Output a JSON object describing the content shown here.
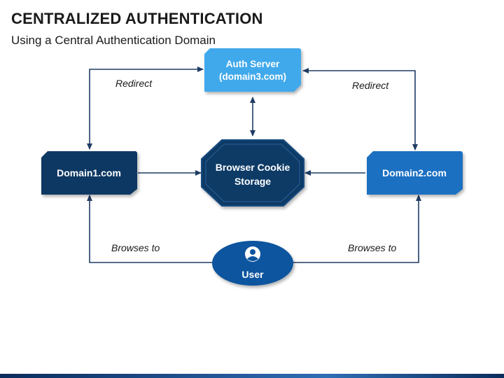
{
  "header": {
    "title": "CENTRALIZED AUTHENTICATION",
    "subtitle": "Using a Central Authentication Domain"
  },
  "nodes": {
    "auth_server": {
      "line1": "Auth Server",
      "line2": "(domain3.com)"
    },
    "domain1": {
      "label": "Domain1.com"
    },
    "domain2": {
      "label": "Domain2.com"
    },
    "cookie_storage": {
      "line1": "Browser Cookie",
      "line2": "Storage"
    },
    "user": {
      "label": "User",
      "icon": "user-icon"
    }
  },
  "edges": {
    "redirect_left": "Redirect",
    "redirect_right": "Redirect",
    "browses_left": "Browses to",
    "browses_right": "Browses to"
  },
  "colors": {
    "dark_navy": "#0f3763",
    "medium_blue": "#1a6fc2",
    "light_blue": "#3fa9ec",
    "octagon": "#0e3a66",
    "user_ellipse": "#0c559e",
    "arrow": "#1f3c63"
  }
}
